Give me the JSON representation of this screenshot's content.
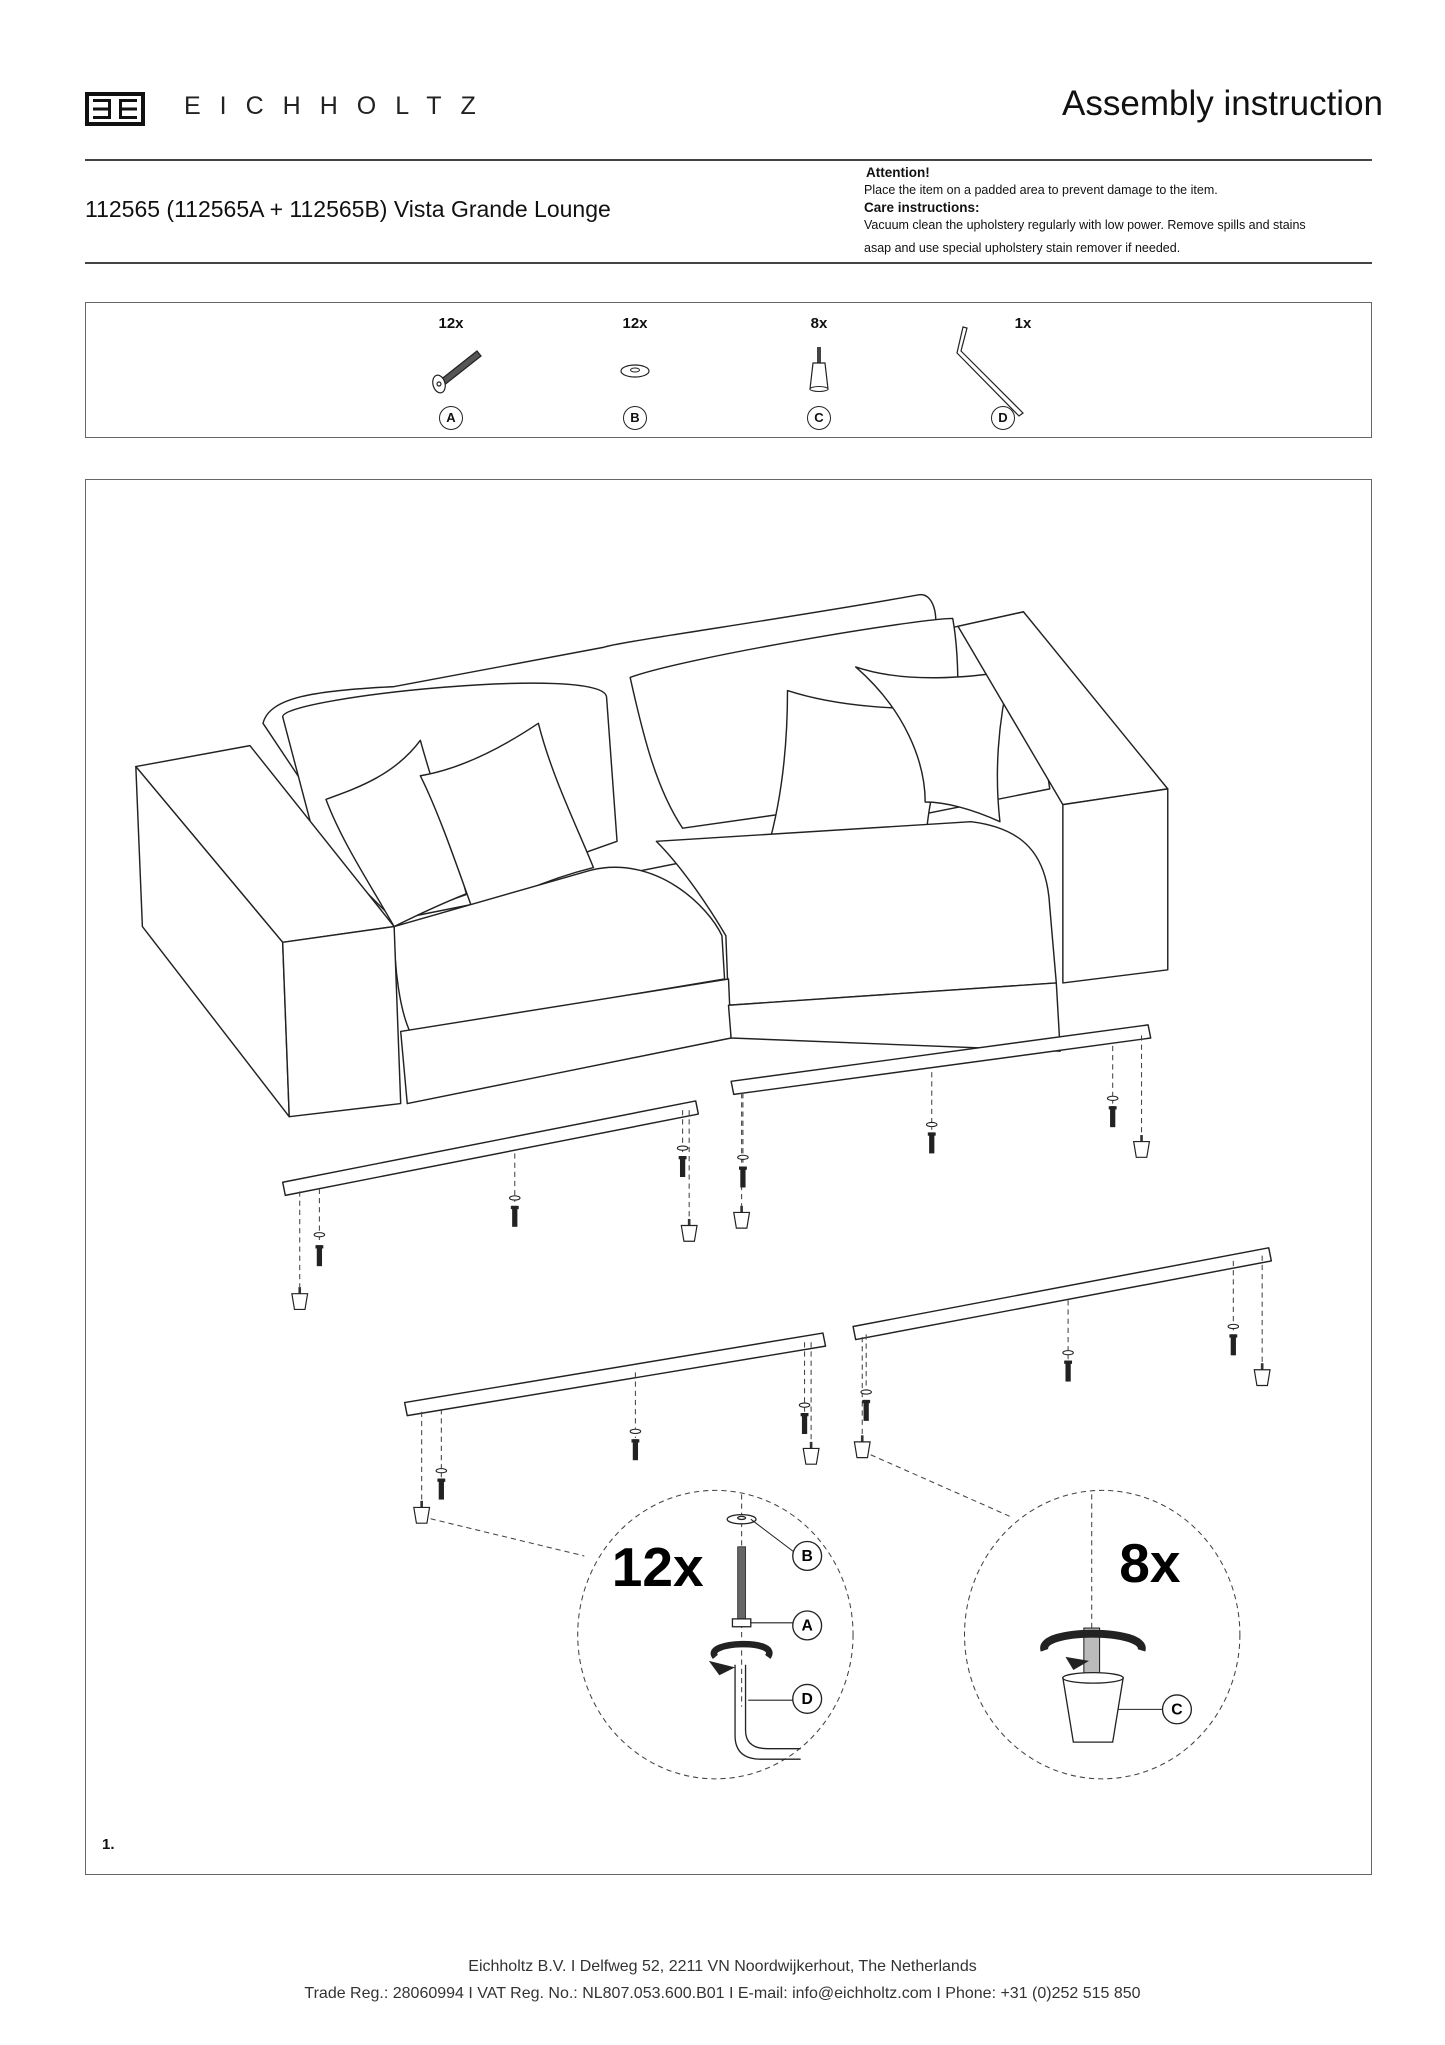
{
  "header": {
    "brand": "EICHHOLTZ",
    "logo_mark": "EE",
    "doc_title": "Assembly instruction"
  },
  "product": {
    "title": "112565 (112565A + 112565B) Vista Grande Lounge"
  },
  "notes": {
    "attention_label": "Attention!",
    "attention_text": "Place the item on a padded area to prevent damage to the item.",
    "care_label": "Care instructions:",
    "care_text_1": "Vacuum clean the upholstery regularly with low power. Remove spills and stains",
    "care_text_2": "asap and use special upholstery stain remover if needed."
  },
  "parts": [
    {
      "qty": "12x",
      "letter": "A",
      "icon": "bolt-icon"
    },
    {
      "qty": "12x",
      "letter": "B",
      "icon": "washer-icon"
    },
    {
      "qty": "8x",
      "letter": "C",
      "icon": "foot-icon"
    },
    {
      "qty": "1x",
      "letter": "D",
      "icon": "hex-key-icon"
    }
  ],
  "diagram": {
    "detail_left_qty": "12x",
    "detail_right_qty": "8x",
    "labels": {
      "a": "A",
      "b": "B",
      "c": "C",
      "d": "D"
    },
    "step": "1."
  },
  "footer": {
    "line1": "Eichholtz B.V.  I  Delfweg 52, 2211 VN Noordwijkerhout, The Netherlands",
    "line2": "Trade Reg.: 28060994  I  VAT Reg. No.: NL807.053.600.B01  I  E-mail: info@eichholtz.com  I  Phone: +31 (0)252 515 850"
  }
}
